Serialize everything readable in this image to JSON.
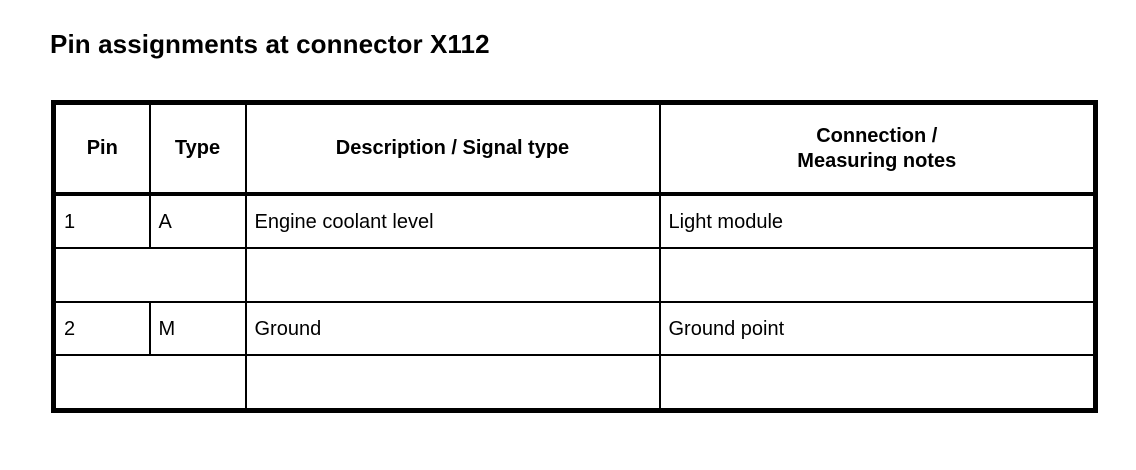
{
  "title": "Pin assignments at connector X112",
  "table": {
    "headers": {
      "pin": "Pin",
      "type": "Type",
      "description": "Description / Signal type",
      "connection_line1": "Connection /",
      "connection_line2": "Measuring notes"
    },
    "rows": [
      {
        "kind": "data",
        "pin": "1",
        "type": "A",
        "description": "Engine coolant level",
        "connection": "Light module"
      },
      {
        "kind": "spacer",
        "pin_type": "",
        "description": "",
        "connection": ""
      },
      {
        "kind": "data",
        "pin": "2",
        "type": "M",
        "description": "Ground",
        "connection": "Ground point"
      },
      {
        "kind": "spacer",
        "pin_type": "",
        "description": "",
        "connection": ""
      }
    ]
  },
  "colors": {
    "border": "#000000",
    "text": "#000000",
    "background": "#ffffff"
  }
}
